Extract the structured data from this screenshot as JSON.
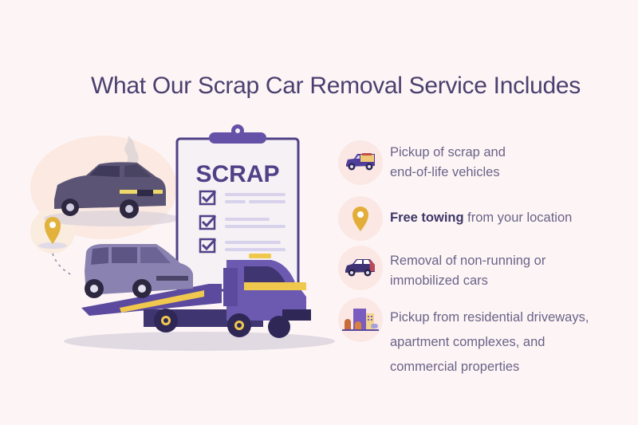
{
  "page": {
    "title": "What Our Scrap Car Removal Service Includes",
    "background_color": "#fdf5f5",
    "accent_color": "#5b4a9e",
    "highlight_color": "#e8b84a"
  },
  "illustration": {
    "clipboard_heading": "SCRAP",
    "checklist_items": 3,
    "icons": [
      "damaged-car-icon",
      "location-pin-icon",
      "tow-truck-icon",
      "clipboard-icon"
    ]
  },
  "features": [
    {
      "icon": "pickup-car-icon",
      "bold": "",
      "text_lines": [
        "Pickup of scrap and",
        "end-of-life vehicles"
      ]
    },
    {
      "icon": "location-pin-icon",
      "bold": "Free towing",
      "text": " from your location"
    },
    {
      "icon": "suv-icon",
      "bold": "",
      "text_lines": [
        "Removal of non-running or",
        "immobilized cars"
      ]
    },
    {
      "icon": "buildings-icon",
      "bold": "",
      "text_lines": [
        "Pickup from residential driveways,",
        "apartment complexes, and",
        "commercial properties"
      ]
    }
  ]
}
